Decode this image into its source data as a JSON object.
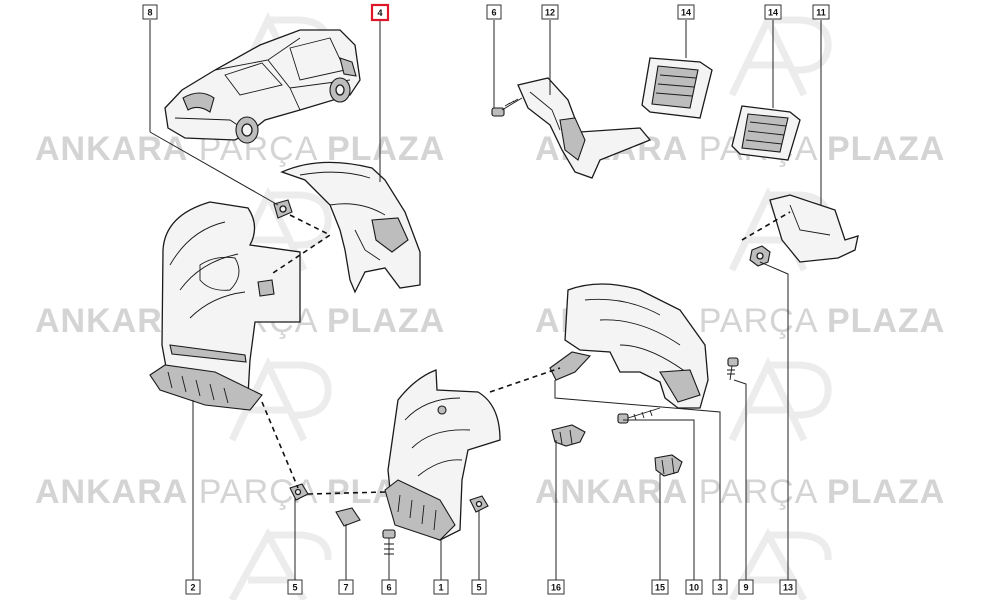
{
  "watermark": {
    "bold_1": "ANKARA",
    "light": "PARÇA",
    "bold_2": "PLAZA",
    "logo_letters": "AP"
  },
  "callouts": [
    {
      "label": "8"
    },
    {
      "label": "4"
    },
    {
      "label": "6"
    },
    {
      "label": "12"
    },
    {
      "label": "14"
    },
    {
      "label": "14"
    },
    {
      "label": "11"
    },
    {
      "label": "2"
    },
    {
      "label": "5"
    },
    {
      "label": "7"
    },
    {
      "label": "6"
    },
    {
      "label": "1"
    },
    {
      "label": "5"
    },
    {
      "label": "16"
    },
    {
      "label": "15"
    },
    {
      "label": "10"
    },
    {
      "label": "3"
    },
    {
      "label": "9"
    },
    {
      "label": "13"
    }
  ],
  "highlight_color": "#e0162b"
}
